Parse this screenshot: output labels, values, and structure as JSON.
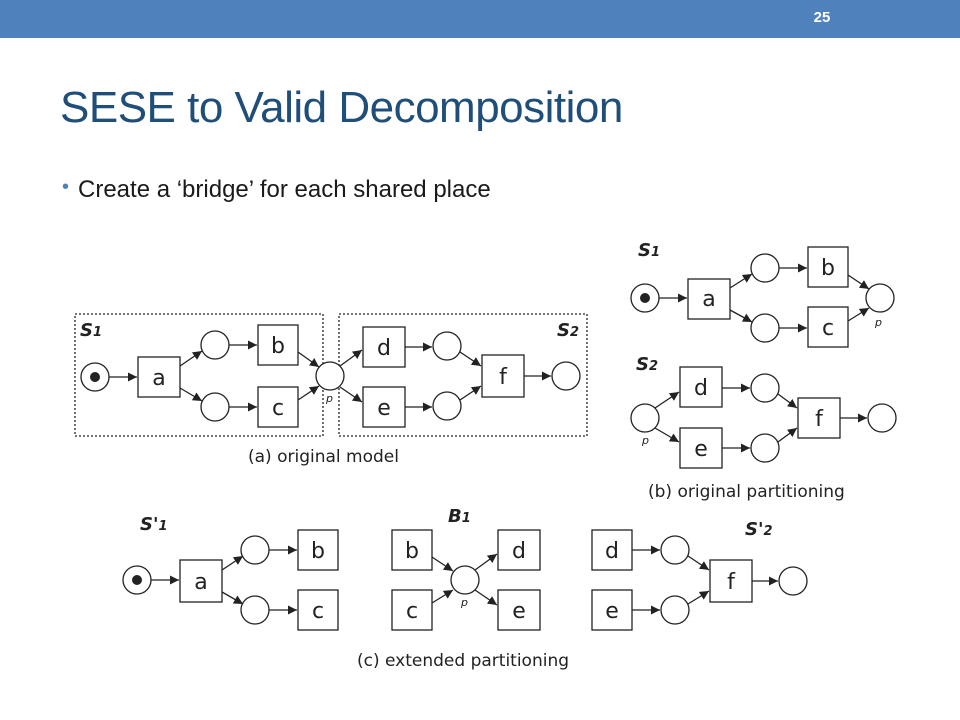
{
  "slide": {
    "number": "25",
    "title": "SESE to Valid Decomposition",
    "bullets": [
      "Create a ‘bridge’ for each shared place"
    ]
  },
  "diagram": {
    "panel_a": {
      "caption": "(a) original model",
      "s1": {
        "name": "S",
        "sub": "1"
      },
      "s2": {
        "name": "S",
        "sub": "2"
      },
      "transitions": [
        "a",
        "b",
        "c",
        "d",
        "e",
        "f"
      ],
      "place_label": "p"
    },
    "panel_b": {
      "caption": "(b) original partitioning",
      "s1": {
        "name": "S",
        "sub": "1",
        "transitions": [
          "a",
          "b",
          "c"
        ],
        "place_label": "p"
      },
      "s2": {
        "name": "S",
        "sub": "2",
        "transitions": [
          "d",
          "e",
          "f"
        ],
        "place_label": "p"
      }
    },
    "panel_c": {
      "caption": "(c) extended partitioning",
      "s1": {
        "name": "S'",
        "sub": "1",
        "transitions": [
          "a",
          "b",
          "c"
        ]
      },
      "b1": {
        "name": "B",
        "sub": "1",
        "transitions": [
          "b",
          "c",
          "d",
          "e"
        ],
        "place_label": "p"
      },
      "s2": {
        "name": "S'",
        "sub": "2",
        "transitions": [
          "d",
          "e",
          "f"
        ]
      }
    }
  }
}
